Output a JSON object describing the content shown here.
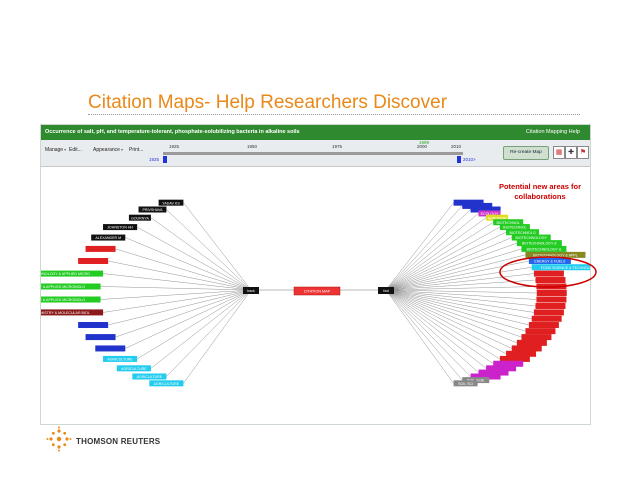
{
  "slide": {
    "title": "Citation Maps- Help Researchers Discover",
    "annotation_line1": "Potential new areas for",
    "annotation_line2": "collaborations",
    "logo_text": "THOMSON REUTERS",
    "accent_color": "#e8891a",
    "annotation_color": "#cc0000"
  },
  "app": {
    "header_title": "Occurrence of salt, pH, and temperature-tolerant, phosphate-solubilizing bacteria in alkaline soils",
    "header_help": "Citation Mapping Help",
    "header_color": "#2f8a2f",
    "toolbar": {
      "manage": "Manage",
      "edit": "Edit...",
      "appearance": "Appearance",
      "print": "Print...",
      "recreate": "Re-create Map"
    },
    "timeline": {
      "ticks": [
        "1925",
        "1950",
        "1975",
        "2000",
        "2010"
      ],
      "marker": "1999",
      "start": "1925",
      "end": "2010>"
    },
    "icons": [
      "map-view-icon",
      "node-style-icon",
      "flag-icon",
      "export-icon"
    ]
  },
  "map": {
    "center_left_label": "back",
    "center_label": "CITATION MAP",
    "center_right_label": "fwd",
    "left_nodes": [
      {
        "label": "YADAV KS",
        "color": "#111111"
      },
      {
        "label": "PRIVSHAVA",
        "color": "#111111"
      },
      {
        "label": "GOURNYA",
        "color": "#111111"
      },
      {
        "label": "JOHNSTON HH",
        "color": "#111111"
      },
      {
        "label": "ALEXANDER M",
        "color": "#111111"
      },
      {
        "label": "",
        "color": "#e02020"
      },
      {
        "label": "",
        "color": "#e02020"
      },
      {
        "label": "BIOTECHNOLOGY & APPLIED MICRO",
        "color": "#22cc22"
      },
      {
        "label": "BIOTECHNOLOGY & APPLIED MICROBIOLO",
        "color": "#22cc22"
      },
      {
        "label": "BIOTECHNOLOGY & APPLIED MICROBIOLO",
        "color": "#22cc22"
      },
      {
        "label": "BIOCHEMISTRY & MOLECULAR BIOL",
        "color": "#8b1a1a"
      },
      {
        "label": "",
        "color": "#2233cc"
      },
      {
        "label": "",
        "color": "#2233cc"
      },
      {
        "label": "",
        "color": "#2233cc"
      },
      {
        "label": "AGRICULTURE",
        "color": "#22ccee"
      },
      {
        "label": "AGRICULTURE",
        "color": "#22ccee"
      },
      {
        "label": "AGRICULTURE",
        "color": "#22ccee"
      },
      {
        "label": "AGRICULTURE",
        "color": "#22ccee"
      }
    ],
    "right_nodes": [
      {
        "label": "",
        "color": "#2233cc"
      },
      {
        "label": "",
        "color": "#2233cc"
      },
      {
        "label": "",
        "color": "#2233cc"
      },
      {
        "label": "ECOLOGY",
        "color": "#cc33cc"
      },
      {
        "label": "AGRONOM",
        "color": "#dddd22"
      },
      {
        "label": "BIOTECHNOL",
        "color": "#22cc22"
      },
      {
        "label": "BIOTECHNOL",
        "color": "#22cc22"
      },
      {
        "label": "BIOTECHNOLO",
        "color": "#22cc22"
      },
      {
        "label": "BIOTECHNOLOGY",
        "color": "#22cc22"
      },
      {
        "label": "BIOTECHNOLOGY &",
        "color": "#22cc22"
      },
      {
        "label": "BIOTECHNOLOGY &",
        "color": "#22cc22"
      },
      {
        "label": "BIOTECHNOLOGY & APPL",
        "color": "#888822"
      },
      {
        "label": "ENERGY & FUELS",
        "color": "#2266ee"
      },
      {
        "label": "FOOD SCIENCE & TECHNOLOGY",
        "color": "#22ccee"
      },
      {
        "label": "",
        "color": "#e02020"
      },
      {
        "label": "",
        "color": "#e02020"
      },
      {
        "label": "",
        "color": "#e02020"
      },
      {
        "label": "",
        "color": "#e02020"
      },
      {
        "label": "",
        "color": "#e02020"
      },
      {
        "label": "",
        "color": "#e02020"
      },
      {
        "label": "",
        "color": "#e02020"
      },
      {
        "label": "",
        "color": "#e02020"
      },
      {
        "label": "",
        "color": "#e02020"
      },
      {
        "label": "",
        "color": "#e02020"
      },
      {
        "label": "",
        "color": "#e02020"
      },
      {
        "label": "",
        "color": "#e02020"
      },
      {
        "label": "",
        "color": "#e02020"
      },
      {
        "label": "",
        "color": "#e02020"
      },
      {
        "label": "",
        "color": "#e02020"
      },
      {
        "label": "",
        "color": "#cc22cc"
      },
      {
        "label": "",
        "color": "#cc22cc"
      },
      {
        "label": "",
        "color": "#cc22cc"
      },
      {
        "label": "",
        "color": "#cc22cc"
      },
      {
        "label": "SOIL SCIE",
        "color": "#888888"
      },
      {
        "label": "SOIL SCI",
        "color": "#888888"
      }
    ]
  }
}
